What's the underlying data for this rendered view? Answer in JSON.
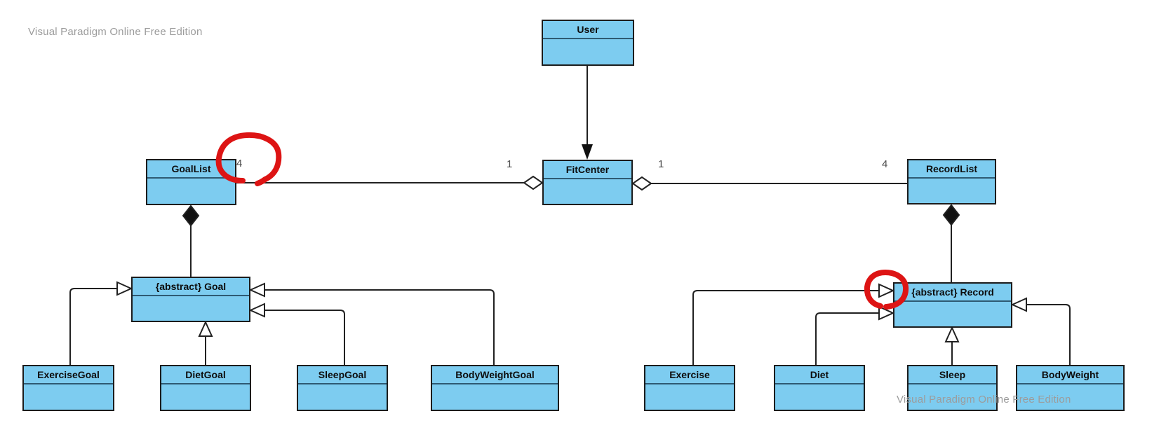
{
  "diagram": {
    "type": "uml-class-diagram",
    "tool": "Visual Paradigm Online"
  },
  "watermark": {
    "text": "Visual Paradigm Online Free Edition"
  },
  "classes": [
    {
      "name": "User"
    },
    {
      "name": "FitCenter"
    },
    {
      "name": "GoalList"
    },
    {
      "name": "RecordList"
    },
    {
      "name": "{abstract} Goal"
    },
    {
      "name": "{abstract} Record"
    },
    {
      "name": "ExerciseGoal"
    },
    {
      "name": "DietGoal"
    },
    {
      "name": "SleepGoal"
    },
    {
      "name": "BodyWeightGoal"
    },
    {
      "name": "Exercise"
    },
    {
      "name": "Diet"
    },
    {
      "name": "Sleep"
    },
    {
      "name": "BodyWeight"
    }
  ],
  "multiplicities": [
    {
      "text": "4",
      "at": "GoalList end of aggregation with FitCenter"
    },
    {
      "text": "1",
      "at": "FitCenter end of aggregation with GoalList"
    },
    {
      "text": "1",
      "at": "FitCenter end of aggregation with RecordList"
    },
    {
      "text": "4",
      "at": "RecordList end of aggregation with FitCenter"
    }
  ],
  "relationships": [
    {
      "kind": "directed-association",
      "from": "User",
      "to": "FitCenter"
    },
    {
      "kind": "aggregation",
      "whole": "FitCenter",
      "part": "GoalList",
      "whole_multiplicity": "1",
      "part_multiplicity": "4"
    },
    {
      "kind": "aggregation",
      "whole": "FitCenter",
      "part": "RecordList",
      "whole_multiplicity": "1",
      "part_multiplicity": "4"
    },
    {
      "kind": "composition",
      "whole": "GoalList",
      "part": "{abstract} Goal"
    },
    {
      "kind": "composition",
      "whole": "RecordList",
      "part": "{abstract} Record"
    },
    {
      "kind": "generalization",
      "child": "ExerciseGoal",
      "parent": "{abstract} Goal"
    },
    {
      "kind": "generalization",
      "child": "DietGoal",
      "parent": "{abstract} Goal"
    },
    {
      "kind": "generalization",
      "child": "SleepGoal",
      "parent": "{abstract} Goal"
    },
    {
      "kind": "generalization",
      "child": "BodyWeightGoal",
      "parent": "{abstract} Goal"
    },
    {
      "kind": "generalization",
      "child": "Exercise",
      "parent": "{abstract} Record"
    },
    {
      "kind": "generalization",
      "child": "Diet",
      "parent": "{abstract} Record"
    },
    {
      "kind": "generalization",
      "child": "Sleep",
      "parent": "{abstract} Record"
    },
    {
      "kind": "generalization",
      "child": "BodyWeight",
      "parent": "{abstract} Record"
    }
  ],
  "annotations": [
    {
      "shape": "hand-drawn-circle",
      "color": "#dd1414",
      "marks": "multiplicity 4 at GoalList corner"
    },
    {
      "shape": "hand-drawn-circle",
      "color": "#dd1414",
      "marks": "inheritance arrowhead at {abstract} Record"
    }
  ],
  "colors": {
    "class_fill": "#7DCCF0",
    "class_border": "#1c1c1c",
    "compartment_separator": "#2e5a73",
    "connector": "#212121",
    "annotation_red": "#dd1414",
    "watermark_gray": "#9c9c9c",
    "multiplicity_gray": "#4d4d4d",
    "background": "#ffffff"
  }
}
